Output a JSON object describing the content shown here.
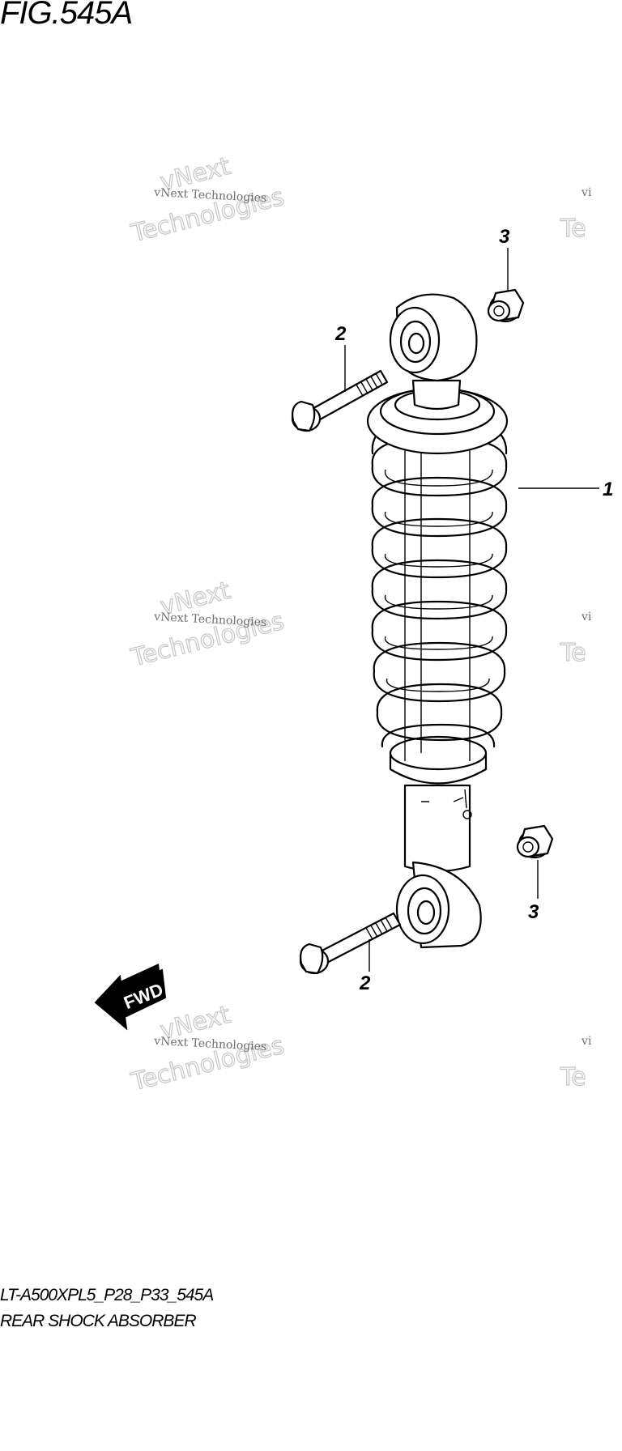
{
  "figure": {
    "title": "FIG.545A",
    "code": "LT-A500XPL5_P28_P33_545A",
    "name": "REAR SHOCK ABSORBER"
  },
  "callouts": {
    "shock_absorber": "1",
    "bolt_upper": "2",
    "bolt_lower": "2",
    "nut_upper": "3",
    "nut_lower": "3"
  },
  "badge": {
    "fwd": "FWD"
  },
  "watermark": {
    "line1": "vNext Technologies",
    "line2": "vNext",
    "line3": "Technologies",
    "edge1": "vi",
    "edge2": "Te"
  }
}
